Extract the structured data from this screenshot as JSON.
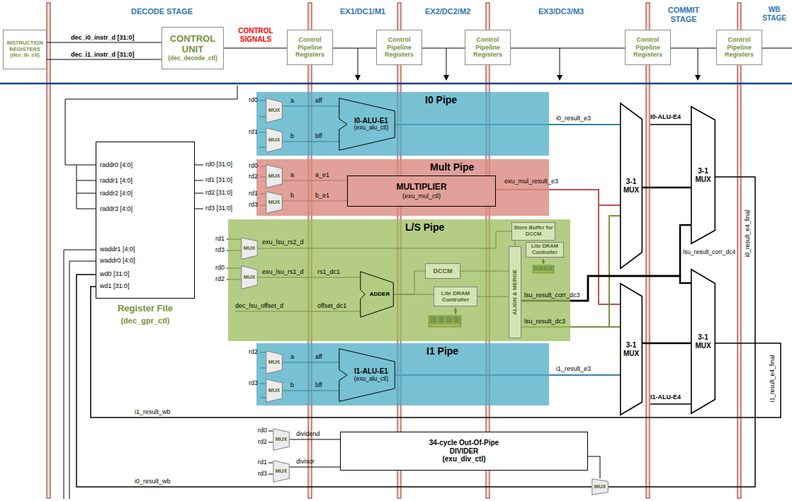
{
  "diagram": {
    "nodes": [
      {
        "text": [
          "INSTRUCTION REGISTERS",
          "(dec_ib_ctl)"
        ]
      },
      {
        "text": [
          "CONTROL UNIT",
          "(dec_decode_ctl)"
        ]
      },
      {
        "text": [
          "Control Pipeline Registers"
        ]
      },
      {
        "text": [
          "Control Pipeline Registers"
        ]
      },
      {
        "text": [
          "Control Pipeline Registers"
        ]
      },
      {
        "text": [
          "Control Pipeline Registers"
        ]
      },
      {
        "text": [
          "Control Pipeline Registers"
        ]
      },
      {
        "text": [
          "raddr0 [4:0]",
          "raddr1 [4:0]",
          "raddr2 [4:0]",
          "raddr3 [4:0]",
          "waddr1 [4:0]",
          "waddr0 [4:0]",
          "wd0 [31:0]",
          "wd1 [31:0]",
          "Register File",
          "(dec_gpr_ctl)"
        ]
      },
      {
        "text": [
          "I0 Pipe"
        ]
      },
      {
        "text": [
          "MUX"
        ],
        "in": 8
      },
      {
        "text": [
          "MUX"
        ],
        "in": 8
      },
      {
        "text": [
          "I0-ALU-E1",
          "(exu_alu_ctl)"
        ],
        "in": 8
      },
      {
        "text": [
          "Mult Pipe"
        ]
      },
      {
        "text": [
          "MUX"
        ],
        "in": 12
      },
      {
        "text": [
          "MUX"
        ],
        "in": 12
      },
      {
        "text": [
          "MULTIPLIER",
          "(exu_mul_ctl)"
        ],
        "in": 12
      },
      {
        "text": [
          "L/S Pipe"
        ]
      },
      {
        "text": [
          "MUX"
        ],
        "in": 16
      },
      {
        "text": [
          "MUX"
        ],
        "in": 16
      },
      {
        "text": [
          "ADDER"
        ],
        "in": 16
      },
      {
        "text": [
          "DCCM"
        ],
        "in": 16
      },
      {
        "text": [
          "Lite DRAM Controller"
        ],
        "in": 16
      },
      {
        "text": [
          "Store Buffer for DCCM"
        ],
        "in": 16
      },
      {
        "text": [
          "Lite DRAM Controller"
        ],
        "in": 16
      },
      {
        "text": [
          "ALIGN & MERGE"
        ],
        "in": 16
      },
      {
        "text": [
          "I1 Pipe"
        ]
      },
      {
        "text": [
          "MUX"
        ],
        "in": 25
      },
      {
        "text": [
          "MUX"
        ],
        "in": 25
      },
      {
        "text": [
          "I1-ALU-E1",
          "(exu_alu_ctl)"
        ],
        "in": 25
      },
      {
        "text": [
          "3-1 MUX"
        ]
      },
      {
        "text": [
          "3-1 MUX"
        ]
      },
      {
        "text": [
          "3-1 MUX"
        ]
      },
      {
        "text": [
          "3-1 MUX"
        ]
      },
      {
        "text": [
          "MUX"
        ]
      },
      {
        "text": [
          "MUX"
        ]
      },
      {
        "text": [
          "34-cycle Out-Of-Pipe",
          "DIVIDER",
          "(exu_div_ctl)"
        ]
      },
      {
        "text": [
          "MUX"
        ]
      }
    ],
    "edges": [
      {
        "from": 0,
        "to": 1,
        "label": "dec_i0_instr_d [31:0]",
        "arrow": "none"
      },
      {
        "from": 0,
        "to": 1,
        "label": "dec_i1_instr_d [31:0]",
        "arrow": "none"
      },
      {
        "from": 1,
        "to": 2,
        "label": "CONTROL SIGNALS",
        "arrow": "none"
      },
      {
        "from": 2,
        "to": 3,
        "arrow": "none"
      },
      {
        "from": 3,
        "to": 4,
        "arrow": "none"
      },
      {
        "from": 4,
        "to": 5,
        "arrow": "none"
      },
      {
        "from": 5,
        "to": 6,
        "arrow": "none"
      },
      {
        "from": 9,
        "to": 11,
        "label": "a",
        "arrow": "none"
      },
      {
        "from": 10,
        "to": 11,
        "label": "b",
        "arrow": "none"
      },
      {
        "from": 13,
        "to": 15,
        "label": "a",
        "arrow": "none"
      },
      {
        "from": 14,
        "to": 15,
        "label": "b",
        "arrow": "none"
      },
      {
        "from": 17,
        "to": 22,
        "label": "exu_lsu_rs2_d",
        "arrow": "none"
      },
      {
        "from": 18,
        "to": 19,
        "label": "exu_lsu_rs1_d",
        "arrow": "none"
      },
      {
        "from": 19,
        "to": 20,
        "arrow": "none"
      },
      {
        "from": 19,
        "to": 21,
        "arrow": "none"
      },
      {
        "from": 20,
        "to": 24,
        "arrow": "none"
      },
      {
        "from": 21,
        "to": 24,
        "arrow": "none"
      },
      {
        "from": 22,
        "to": 24,
        "arrow": "none"
      },
      {
        "from": 26,
        "to": 28,
        "label": "a",
        "arrow": "none"
      },
      {
        "from": 27,
        "to": 28,
        "label": "b",
        "arrow": "none"
      },
      {
        "from": 11,
        "to": 29,
        "label": "i0_result_e3",
        "arrow": "none"
      },
      {
        "from": 15,
        "to": 29,
        "label": "exu_mul_result_e3",
        "arrow": "none"
      },
      {
        "from": 15,
        "to": 30,
        "arrow": "none"
      },
      {
        "from": 24,
        "to": 29,
        "label": "lsu_result_dc3",
        "arrow": "none"
      },
      {
        "from": 24,
        "to": 30,
        "arrow": "none"
      },
      {
        "from": 28,
        "to": 30,
        "label": "i1_result_e3",
        "arrow": "none"
      },
      {
        "from": 24,
        "to": 31,
        "label": "lsu_result_corr_dc3",
        "arrow": "none"
      },
      {
        "from": 24,
        "to": 32,
        "arrow": "none"
      },
      {
        "from": 29,
        "to": 31,
        "arrow": "none"
      },
      {
        "from": 30,
        "to": 32,
        "arrow": "none"
      },
      {
        "from": 33,
        "to": 35,
        "label": "dividend",
        "arrow": "none"
      },
      {
        "from": 34,
        "to": 35,
        "label": "divisor",
        "arrow": "none"
      },
      {
        "from": 35,
        "to": 36,
        "arrow": "none"
      },
      {
        "from": 31,
        "to": 36,
        "arrow": "none"
      },
      {
        "from": 36,
        "to": 7,
        "label": "i0_result_wb",
        "arrow": "none"
      },
      {
        "from": 32,
        "to": 7,
        "label": "i1_result_wb",
        "arrow": "none"
      }
    ],
    "labels": [
      "DECODE STAGE",
      "EX1/DC1/M1",
      "EX2/DC2/M2",
      "EX3/DC3/M3",
      "COMMIT STAGE",
      "WB STAGE",
      "rd0 [31:0]",
      "rd1 [31:0]",
      "rd2 [31:0]",
      "rd3 [31:0]",
      "rd0",
      "rd1",
      "aff",
      "bff",
      "rd0",
      "rd2",
      "rd1",
      "rd3",
      "a_e1",
      "b_e1",
      "rd1",
      "rd3",
      "rd0",
      "rd2",
      "rs1_dc1",
      "dec_lsu_offset_d",
      "offset_dc1",
      "rd2",
      "rd3",
      "aff",
      "bff",
      "I0-ALU-E4",
      "I1-ALU-E4",
      "lsu_result_corr_dc4",
      "i0_result_e4_final",
      "i1_result_e4_final",
      "rd0",
      "rd2",
      "rd1",
      "rd3"
    ]
  }
}
